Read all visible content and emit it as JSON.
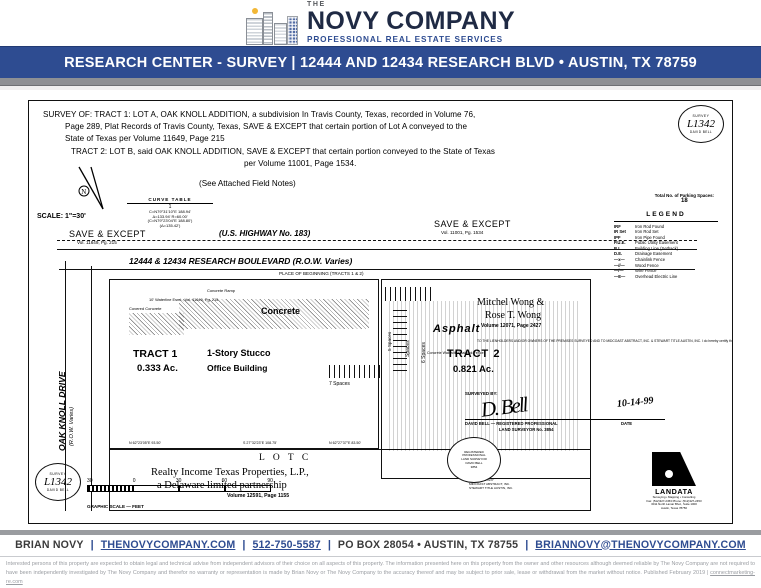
{
  "brand": {
    "the": "THE",
    "name": "NOVY COMPANY",
    "tagline": "PROFESSIONAL REAL ESTATE SERVICES",
    "accent_color": "#2e4c91",
    "logo_icon": "building-skyline-icon"
  },
  "header": {
    "title": "RESEARCH CENTER - SURVEY | 12444 AND 12434 RESEARCH BLVD • AUSTIN, TX 78759",
    "background_color": "#2e4c91",
    "text_color": "#ffffff"
  },
  "survey": {
    "title_lines": [
      "SURVEY OF: TRACT 1: LOT A, OAK KNOLL ADDITION, a subdivision In Travis County, Texas, recorded in Volume 76,",
      "Page 289, Plat Records of Travis County, Texas, SAVE & EXCEPT that certain portion of Lot A conveyed to the",
      "State of Texas per Volume 11649, Page 215",
      "TRACT 2: LOT B, said OAK KNOLL ADDITION, SAVE & EXCEPT that certain portion conveyed to the State of Texas",
      "per Volume 11001, Page 1534."
    ],
    "field_notes": "(See Attached Field Notes)",
    "scale_note": "SCALE: 1\"=30'",
    "parking_label": "Total No. of Parking Spaces:",
    "parking_count": "18",
    "curve_table": {
      "heading": "CURVE TABLE",
      "number": "1",
      "rows": [
        "C=N79°31'10\"E 188.94'",
        "Δ=133.94'  R=60.00'",
        "(C=N79°23'04\"E 188.80')",
        "(Δ=135.42')"
      ]
    },
    "seals": [
      {
        "top": "SURVEY",
        "id": "L1342",
        "bottom": "DAVID BELL"
      },
      {
        "top": "SURVEY",
        "id": "L1342",
        "bottom": "DAVID BELL"
      }
    ],
    "roads": {
      "highway_alt": "(U.S. HIGHWAY No. 183)",
      "highway_main": "12444 & 12434 RESEARCH BOULEVARD (R.O.W. Varies)",
      "place_of_beginning": "PLACE OF BEGINNING (TRACTS 1 & 2)",
      "side_street": "OAK KNOLL DRIVE",
      "side_street_row": "(R.O.W. Varies)"
    },
    "save_except": [
      {
        "label": "SAVE & EXCEPT",
        "ref": "Vol. 11649, Pg. 215"
      },
      {
        "label": "SAVE & EXCEPT",
        "ref": "Vol. 11001, Pg. 1534"
      }
    ],
    "tracts": [
      {
        "name": "TRACT 1",
        "acreage": "0.333 Ac.",
        "improvement_line1": "1-Story Stucco",
        "improvement_line2": "Office Building"
      },
      {
        "name": "TRACT 2",
        "acreage": "0.821 Ac.",
        "improvement_line1": "",
        "improvement_line2": ""
      }
    ],
    "adjoining_owner": {
      "line1": "Mitchel Wong &",
      "line2": "Rose T. Wong",
      "reference": "Volume 12071, Page 2427"
    },
    "lot_c": {
      "label": "L O T   C",
      "owner_line1": "Realty Income Texas Properties, L.P.,",
      "owner_line2": "a Delaware limited partnership",
      "reference": "Volume 12591, Page 1155"
    },
    "site_labels": {
      "concrete": "Concrete",
      "asphalt": "Asphalt",
      "covered_concrete": "Covered Concrete",
      "concrete_ramp": "Concrete Ramp",
      "waterline_easement": "10' Waterline Esmt., Vol. 11649, Pg. 215",
      "spaces_6": "6 Spaces",
      "spaces_7": "7 Spaces",
      "spaces_5": "5 Spaces",
      "parking_label_vertical": "Spaces",
      "curb_note": "Concrete Wall with Chainlink Fence",
      "light_standard": "Light Standard"
    },
    "legend": {
      "heading": "LEGEND",
      "entries": [
        {
          "key": "IRF",
          "value": "Iron Rod Found"
        },
        {
          "key": "IR Set",
          "value": "Iron Rod Set"
        },
        {
          "key": "IPF",
          "value": "Iron Pipe Found"
        },
        {
          "key": "P.U.E.",
          "value": "Public Utility Easement"
        },
        {
          "key": "B.L.",
          "value": "Building Line (Setback)"
        },
        {
          "key": "D.E.",
          "value": "Drainage Easement"
        },
        {
          "key": "—x—",
          "value": "Chainlink Fence"
        },
        {
          "key": "—//—",
          "value": "Wood Fence"
        },
        {
          "key": "—/—",
          "value": "Wire Fence"
        },
        {
          "key": "—E—",
          "value": "Overhead Electric Line"
        }
      ]
    },
    "surveyor_note": "TO THE LIENHOLDERS AND/OR OWNERS OF THE PREMISES SURVEYED AND TO MIDCOAST ABSTRACT, INC. & STEWART TITLE AUSTIN, INC. I do hereby certify that this survey was this day made on the ground of the property legally described herein and is correct, and that there are no discrepancies, boundary line conflicts, encroachments or protrusions, overlapping of improvements, visible utility lines or roads in place, except as shown hereon, and that said property has access to and from a dedicated roadway.",
    "signature": {
      "surveyed_by": "SURVEYED BY:",
      "signature_text": "D. Bell",
      "name_line1": "DAVID BELL  —  REGISTERED PROFESSIONAL",
      "name_line2": "LAND SURVEYOR No. 3854",
      "date_value": "10-14-99",
      "date_label": "DATE"
    },
    "scale_bar": {
      "caption": "GRAPHIC SCALE  —  FEET",
      "ticks": [
        "30",
        "0",
        "30",
        "60",
        "90"
      ]
    },
    "landata": {
      "name": "LANDATA",
      "line1": "Surveying • Mapping • Consulting",
      "line2": "Fax: (512)327-2453  Phone: (512)327-2453",
      "line3": "3011 North Lamar Blvd., Suite 1000",
      "line4": "Austin, Texas 78756",
      "icon": "landata-logo-icon"
    },
    "texas_seal": {
      "line1": "REGISTERED",
      "line2": "PROFESSIONAL",
      "line3": "LAND SURVEYOR",
      "line4": "DAVID BELL",
      "line5": "3854"
    },
    "title_company_note": "JOB NUMBER\nREFERENCE\nTITLE COMPANY\nMIDCOAST ABSTRACT, INC.\nSTEWART TITLE AUSTIN, INC.",
    "bearing_notes": [
      "N 62°23'05\"E  93.50'",
      "S 27°32'23\"E  108.75'",
      "N 62°27'37\"E 83.50'",
      "S 62°23'05\"W"
    ]
  },
  "footer": {
    "contact": [
      {
        "text": "BRIAN NOVY",
        "link": false
      },
      {
        "text": "THENOVYCOMPANY.COM",
        "link": true
      },
      {
        "text": "512-750-5587",
        "link": true
      },
      {
        "text": "PO BOX 28054 • AUSTIN, TX 78755",
        "link": false
      },
      {
        "text": "BRIANNOVY@THENOVYCOMPANY.COM",
        "link": true
      }
    ],
    "separator": "|",
    "disclaimer": "Interested persons of this property are expected to obtain legal and technical advise from independent advisors of their choice on all aspects of this property. The information presented here on this property from the owner and other resources although deemed reliable by The Novy Company are not required to have been independently investigated by The Novy Company and therefor no warranty or representation is made by Brian Novy or The Novy Company to the accuracy thereof and may be subject to prior sale, lease or withdrawal from the market without notice. Published February 2019 | ",
    "disclaimer_link": "connectmarketing-re.com"
  }
}
